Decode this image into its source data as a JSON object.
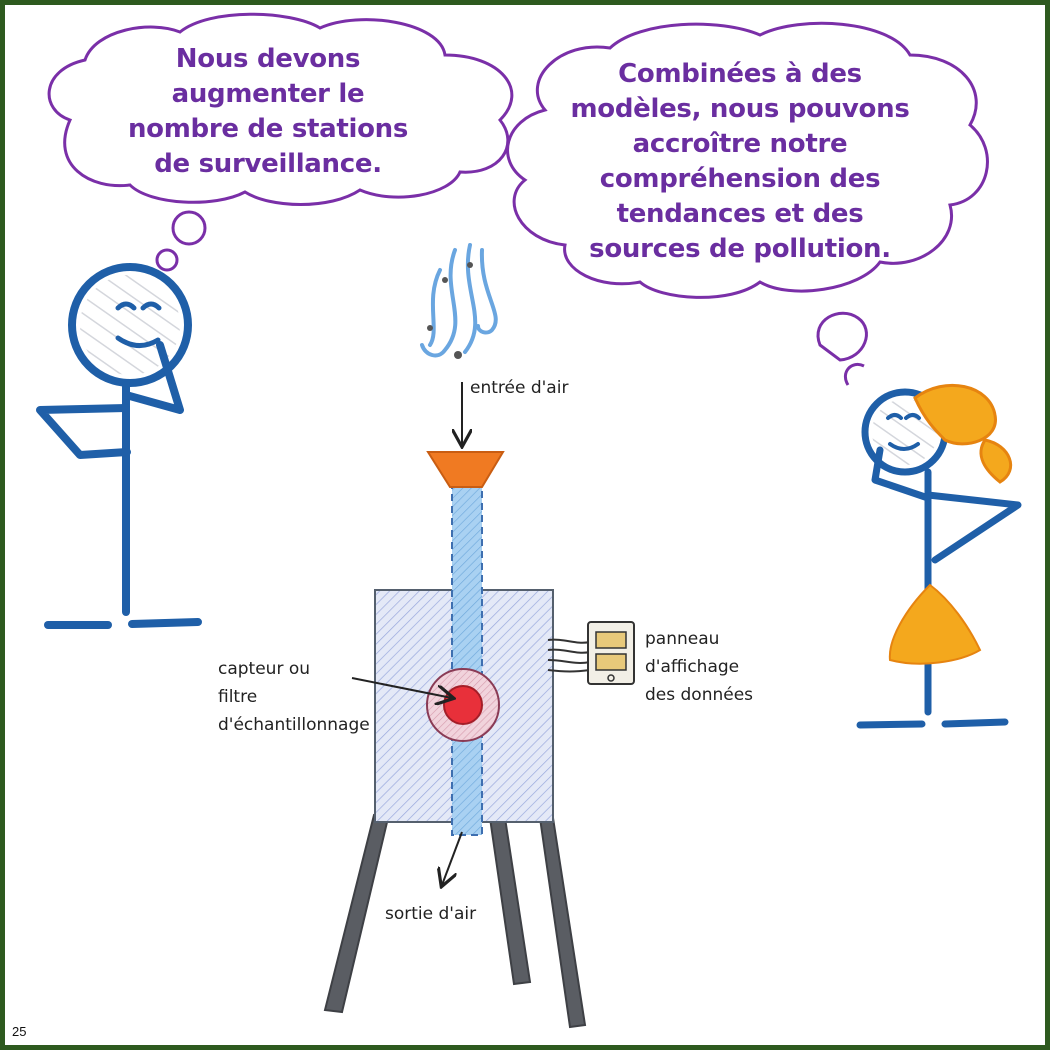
{
  "bubbles": {
    "left": [
      "Nous devons",
      "augmenter le",
      "nombre de stations",
      "de surveillance."
    ],
    "right": [
      "Combinées à des",
      "modèles, nous pouvons",
      "accroître notre",
      "compréhension des",
      "tendances et des",
      "sources de pollution."
    ]
  },
  "labels": {
    "air_inlet": "entrée d'air",
    "sensor": [
      "capteur ou",
      "filtre",
      "d'échantillonnage"
    ],
    "display_panel": [
      "panneau",
      "d'affichage",
      "des données"
    ],
    "air_outlet": "sortie d'air"
  },
  "page_number": "25",
  "colors": {
    "frame": "#2e5a1f",
    "bubble_text": "#6a2ea0",
    "bubble_outline": "#7a2fa8",
    "stick_figure": "#1f5fa8",
    "hair_and_dress": "#f4a81d",
    "funnel": "#f07a22",
    "air_column": "#8ec0ea",
    "sensor_core": "#e8303a"
  }
}
